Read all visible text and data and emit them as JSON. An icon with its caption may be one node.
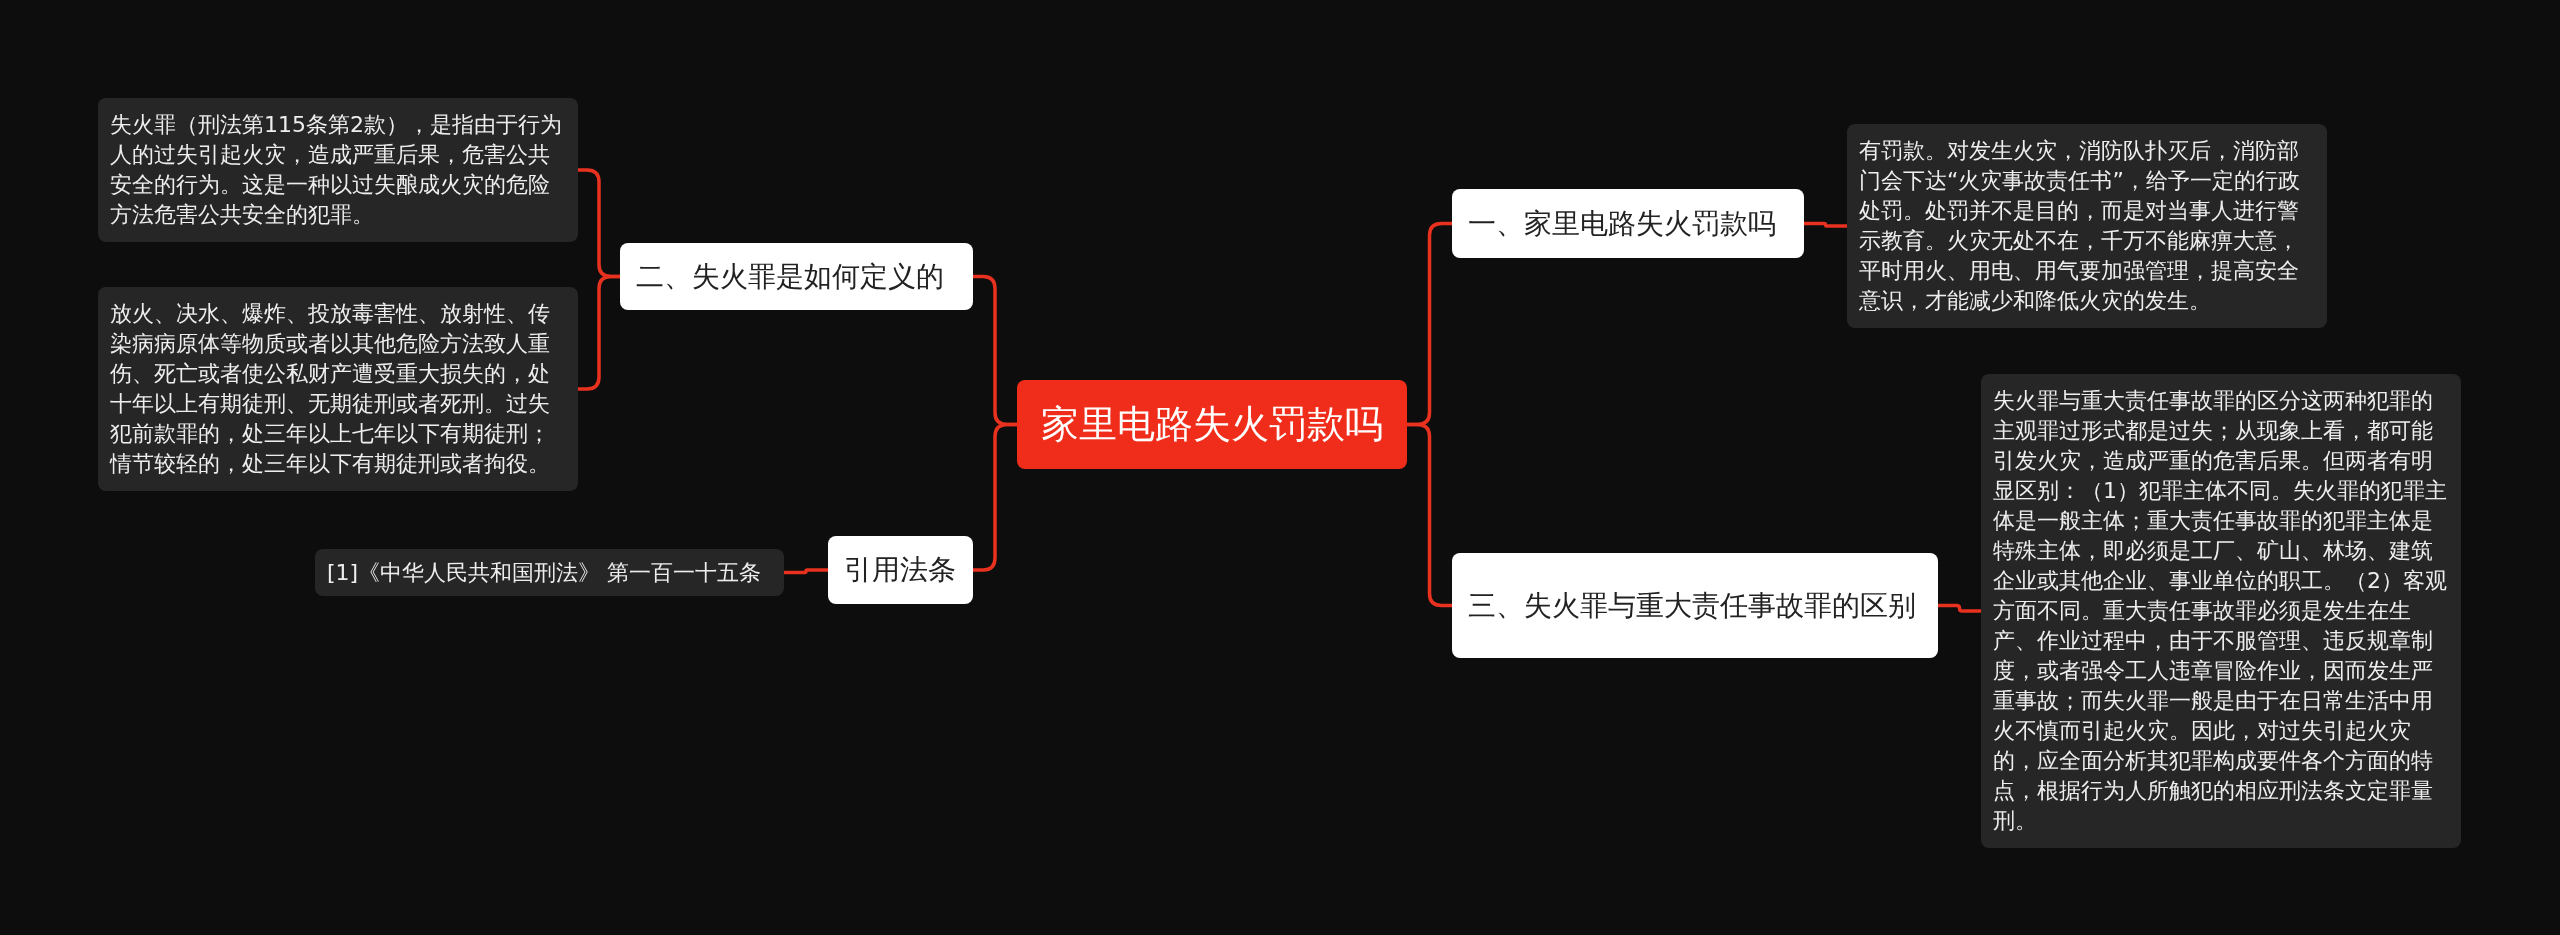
{
  "diagram": {
    "nodes": [
      {
        "text": [
          "家里电路失火罚款吗"
        ]
      },
      {
        "text": [
          "二、失火罪是如何定义的"
        ]
      },
      {
        "text": [
          "失火罪（刑法第115条第2款），是指由于行为人的过失引起火灾，造成严重后果，危害公共安全的行为。这是一种以过失酿成火灾的危险方法危害公共安全的犯罪。"
        ]
      },
      {
        "text": [
          "放火、决水、爆炸、投放毒害性、放射性、传染病病原体等物质或者以其他危险方法致人重伤、死亡或者使公私财产遭受重大损失的，处十年以上有期徒刑、无期徒刑或者死刑。过失犯前款罪的，处三年以上七年以下有期徒刑；情节较轻的，处三年以下有期徒刑或者拘役。"
        ]
      },
      {
        "text": [
          "引用法条"
        ]
      },
      {
        "text": [
          "[1]《中华人民共和国刑法》 第一百一十五条"
        ]
      },
      {
        "text": [
          "一、家里电路失火罚款吗"
        ]
      },
      {
        "text": [
          "有罚款。对发生火灾，消防队扑灭后，消防部门会下达“火灾事故责任书”，给予一定的行政处罚。处罚并不是目的，而是对当事人进行警示教育。火灾无处不在，千万不能麻痹大意，平时用火、用电、用气要加强管理，提高安全意识，才能减少和降低火灾的发生。"
        ]
      },
      {
        "text": [
          "三、失火罪与重大责任事故罪的区别"
        ]
      },
      {
        "text": [
          "失火罪与重大责任事故罪的区分这两种犯罪的主观罪过形式都是过失；从现象上看，都可能引发火灾，造成严重的危害后果。但两者有明显区别：（1）犯罪主体不同。失火罪的犯罪主体是一般主体；重大责任事故罪的犯罪主体是特殊主体，即必须是工厂、矿山、林场、建筑企业或其他企业、事业单位的职工。（2）客观方面不同。重大责任事故罪必须是发生在生产、作业过程中，由于不服管理、违反规章制度，或者强令工人违章冒险作业，因而发生严重事故；而失火罪一般是由于在日常生活中用火不慎而引起火灾。因此，对过失引起火灾的，应全面分析其犯罪构成要件各个方面的特点，根据行为人所触犯的相应刑法条文定罪量刑。"
        ]
      }
    ],
    "edges": [
      {
        "from": 0,
        "to": 1,
        "arrow": "none"
      },
      {
        "from": 1,
        "to": 2,
        "arrow": "none"
      },
      {
        "from": 1,
        "to": 3,
        "arrow": "none"
      },
      {
        "from": 0,
        "to": 4,
        "arrow": "none"
      },
      {
        "from": 4,
        "to": 5,
        "arrow": "none"
      },
      {
        "from": 0,
        "to": 6,
        "arrow": "none"
      },
      {
        "from": 6,
        "to": 7,
        "arrow": "none"
      },
      {
        "from": 0,
        "to": 8,
        "arrow": "none"
      },
      {
        "from": 8,
        "to": 9,
        "arrow": "none"
      }
    ]
  }
}
